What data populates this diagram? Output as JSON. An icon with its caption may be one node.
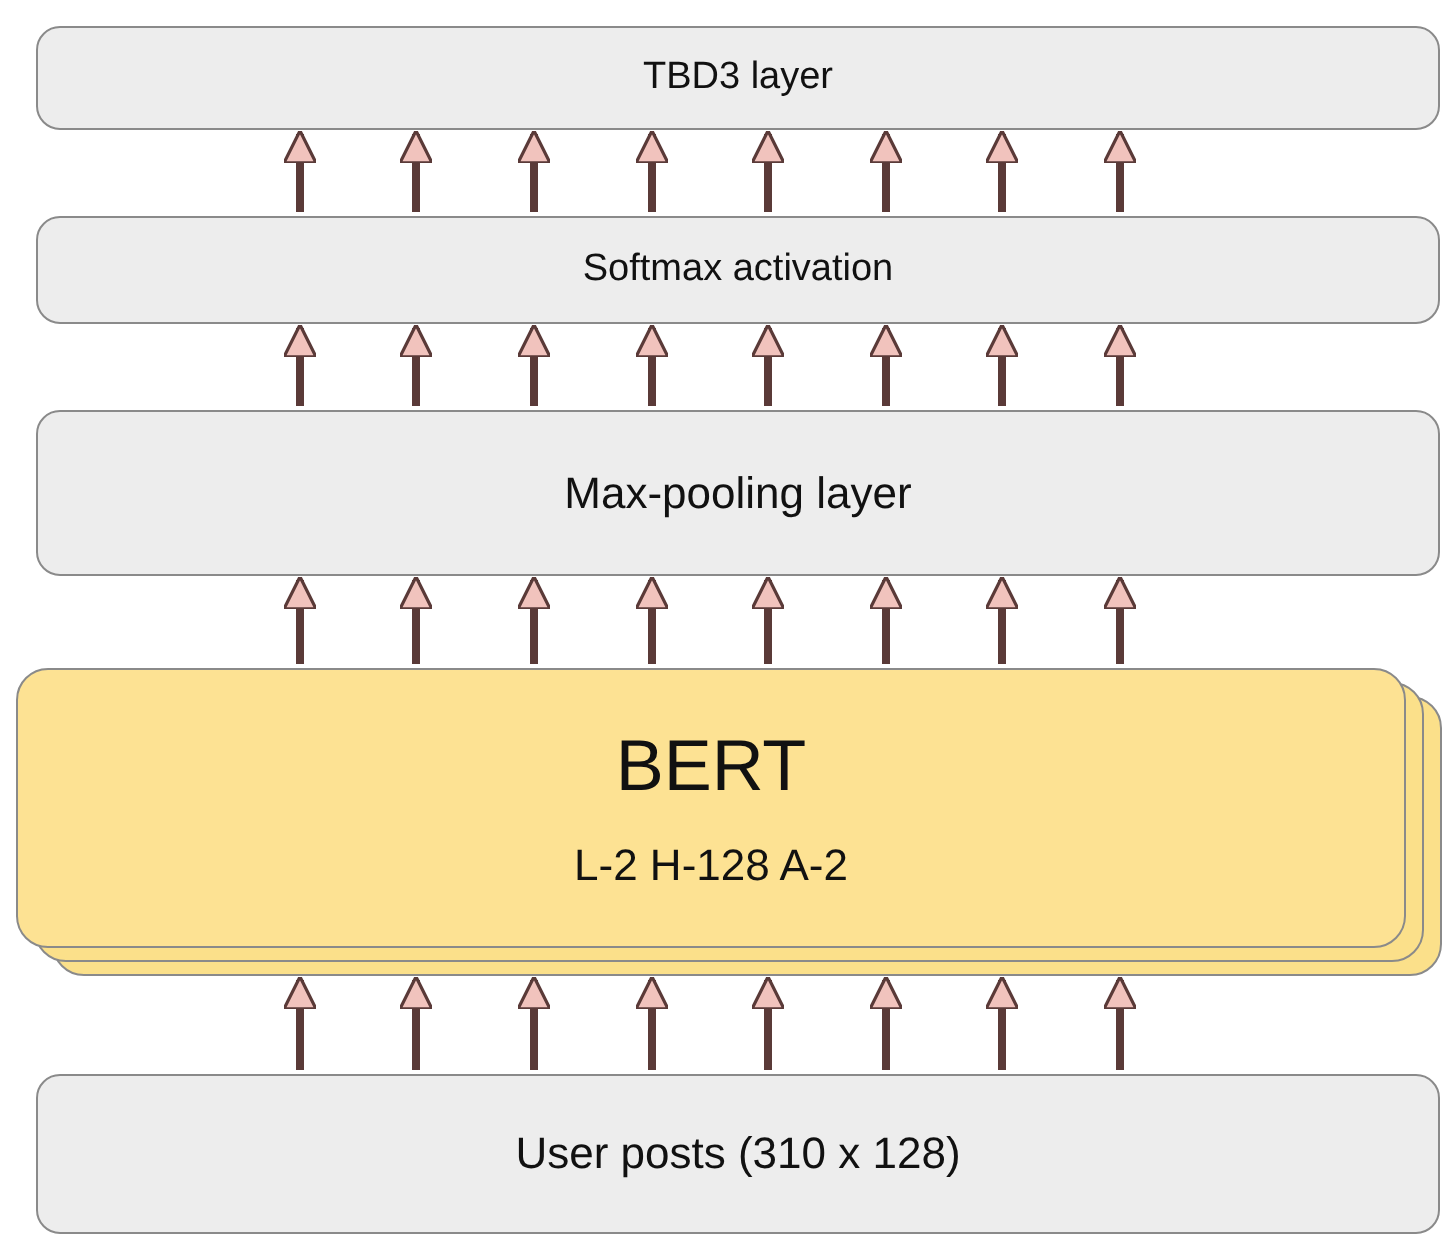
{
  "diagram": {
    "nodes": [
      {
        "text": [
          "TBD3 layer"
        ]
      },
      {
        "text": [
          "Softmax activation"
        ]
      },
      {
        "text": [
          "Max-pooling layer"
        ]
      },
      {
        "text": [
          "BERT",
          "L-2 H-128 A-2"
        ]
      },
      {
        "text": [
          "User posts (310 x 128)"
        ]
      }
    ],
    "edges": [
      {
        "from": 4,
        "to": 3,
        "arrow": "to"
      },
      {
        "from": 4,
        "to": 3,
        "arrow": "to"
      },
      {
        "from": 4,
        "to": 3,
        "arrow": "to"
      },
      {
        "from": 4,
        "to": 3,
        "arrow": "to"
      },
      {
        "from": 4,
        "to": 3,
        "arrow": "to"
      },
      {
        "from": 4,
        "to": 3,
        "arrow": "to"
      },
      {
        "from": 4,
        "to": 3,
        "arrow": "to"
      },
      {
        "from": 4,
        "to": 3,
        "arrow": "to"
      },
      {
        "from": 3,
        "to": 2,
        "arrow": "to"
      },
      {
        "from": 3,
        "to": 2,
        "arrow": "to"
      },
      {
        "from": 3,
        "to": 2,
        "arrow": "to"
      },
      {
        "from": 3,
        "to": 2,
        "arrow": "to"
      },
      {
        "from": 3,
        "to": 2,
        "arrow": "to"
      },
      {
        "from": 3,
        "to": 2,
        "arrow": "to"
      },
      {
        "from": 3,
        "to": 2,
        "arrow": "to"
      },
      {
        "from": 3,
        "to": 2,
        "arrow": "to"
      },
      {
        "from": 2,
        "to": 1,
        "arrow": "to"
      },
      {
        "from": 2,
        "to": 1,
        "arrow": "to"
      },
      {
        "from": 2,
        "to": 1,
        "arrow": "to"
      },
      {
        "from": 2,
        "to": 1,
        "arrow": "to"
      },
      {
        "from": 2,
        "to": 1,
        "arrow": "to"
      },
      {
        "from": 2,
        "to": 1,
        "arrow": "to"
      },
      {
        "from": 2,
        "to": 1,
        "arrow": "to"
      },
      {
        "from": 2,
        "to": 1,
        "arrow": "to"
      },
      {
        "from": 1,
        "to": 0,
        "arrow": "to"
      },
      {
        "from": 1,
        "to": 0,
        "arrow": "to"
      },
      {
        "from": 1,
        "to": 0,
        "arrow": "to"
      },
      {
        "from": 1,
        "to": 0,
        "arrow": "to"
      },
      {
        "from": 1,
        "to": 0,
        "arrow": "to"
      },
      {
        "from": 1,
        "to": 0,
        "arrow": "to"
      },
      {
        "from": 1,
        "to": 0,
        "arrow": "to"
      },
      {
        "from": 1,
        "to": 0,
        "arrow": "to"
      }
    ]
  }
}
